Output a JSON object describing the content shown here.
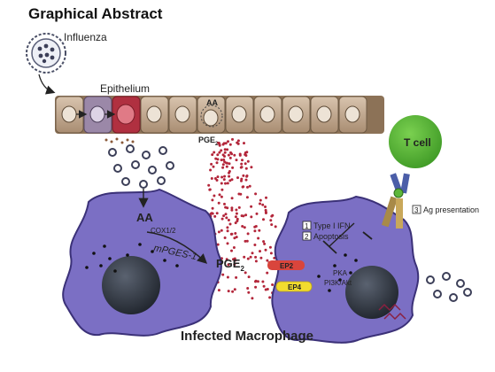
{
  "title": "Graphical Abstract",
  "labels": {
    "influenza": "Influenza",
    "epithelium": "Epithelium",
    "aa_epithelium": "AA",
    "pge2_epithelium": "PGE",
    "aa_macrophage": "AA",
    "cox": "COX1/2",
    "mpges": "mPGES-1",
    "pge2_macrophage": "PGE",
    "subscript_2": "2",
    "ep2": "EP2",
    "ep4": "EP4",
    "tcell": "T cell",
    "type1_ifn_num": "1",
    "type1_ifn": "Type I IFN",
    "apoptosis_num": "2",
    "apoptosis": "Apoptosis",
    "ag_num": "3",
    "ag_presentation": "Ag presentation",
    "pka": "PKA",
    "pi3k": "PI3K/Akt",
    "infected_macrophage": "Infected Macrophage"
  },
  "icons": [
    "influenza-virus-icon",
    "epithelial-cell-icon",
    "macrophage-icon",
    "t-cell-icon",
    "mhc-tcr-receptor-icon",
    "virion-icon",
    "viral-rna-icon"
  ],
  "colors": {
    "epithelium_fill": "#c4ab92",
    "epithelium_stroke": "#6e5a44",
    "macrophage_fill": "#7b6fc4",
    "macrophage_stroke": "#3b3178",
    "nucleus": "#2e3440",
    "tcell": "#5db73a",
    "pge2_dots": "#b3263a",
    "ep2": "#d9453c",
    "ep4": "#f2dc2e",
    "infected_cell": "#b03040"
  }
}
